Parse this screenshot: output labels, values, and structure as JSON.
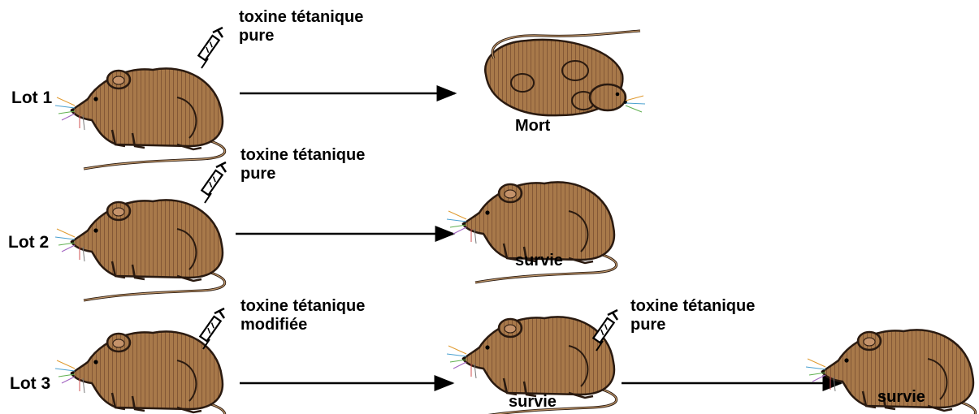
{
  "lots": [
    {
      "label": "Lot 1",
      "injection": [
        "toxine tétanique",
        "pure"
      ],
      "result": "Mort"
    },
    {
      "label": "Lot 2",
      "injection": [
        "toxine tétanique",
        "pure"
      ],
      "result": "survie"
    },
    {
      "label": "Lot 3",
      "injection": [
        "toxine tétanique",
        "modifiée"
      ],
      "result": "survie",
      "second_injection": [
        "toxine tétanique",
        "pure"
      ],
      "second_result": "survie"
    }
  ],
  "colors": {
    "mouse_fur": "#a8794a",
    "mouse_stripes": "#7a5030",
    "outline": "#2a1a10",
    "arrow": "#000000"
  },
  "icons": [
    "mouse-icon",
    "syringe-icon",
    "dead-mouse-icon"
  ]
}
